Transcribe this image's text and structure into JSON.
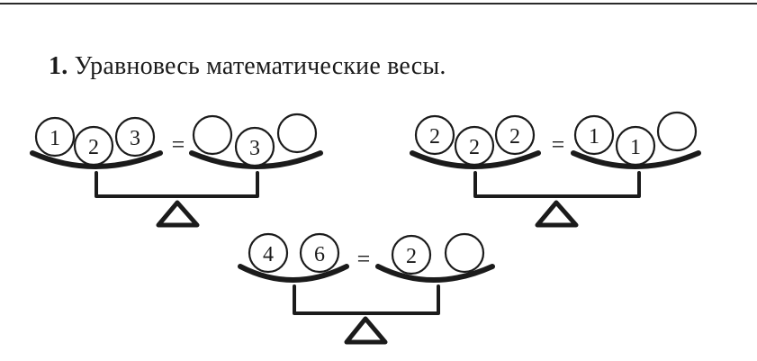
{
  "task": {
    "number": "1.",
    "text": "Уравновесь математические весы."
  },
  "scales": [
    {
      "left": [
        "1",
        "2",
        "3"
      ],
      "equals": "=",
      "right": [
        "",
        "3",
        ""
      ]
    },
    {
      "left": [
        "2",
        "2",
        "2"
      ],
      "equals": "=",
      "right": [
        "1",
        "1",
        ""
      ]
    },
    {
      "left": [
        "4",
        "6"
      ],
      "equals": "=",
      "right": [
        "2",
        ""
      ]
    }
  ]
}
